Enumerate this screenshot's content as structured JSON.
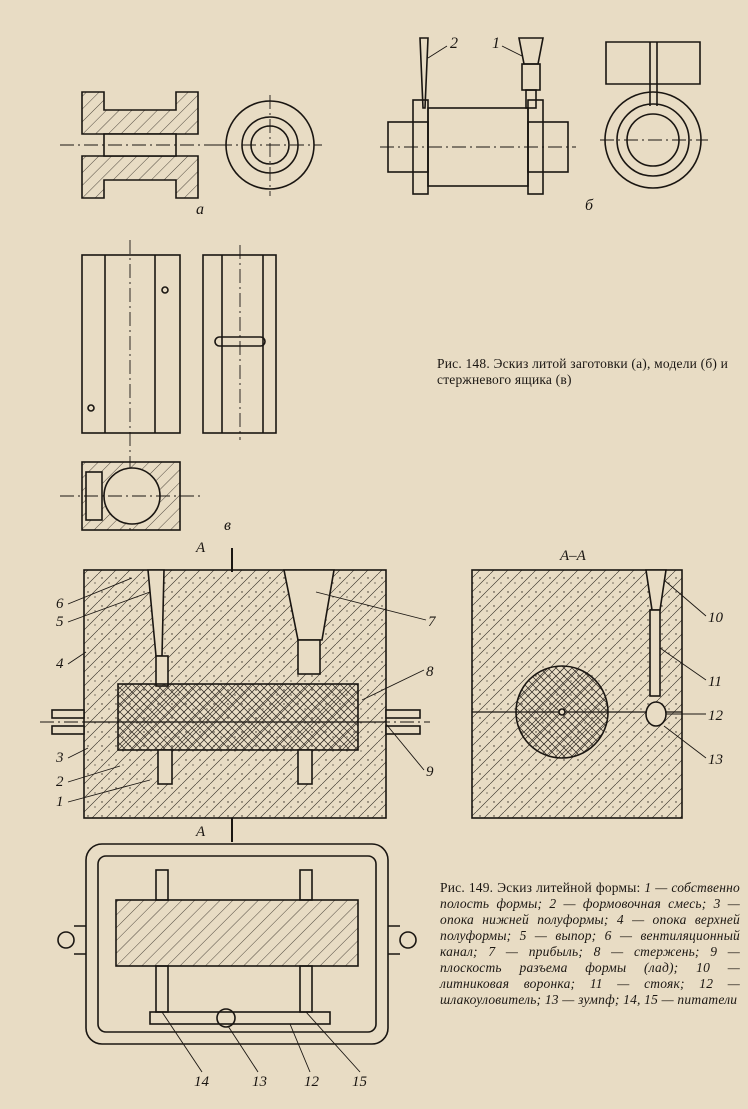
{
  "figure148": {
    "caption": "Рис. 148. Эскиз литой заготовки (а), модели (б) и стержневого ящика (в)",
    "label_a": "а",
    "label_b": "б",
    "label_v": "в",
    "callout_1": "1",
    "callout_2": "2"
  },
  "figure149": {
    "caption_title": "Рис. 149. Эскиз литейной формы:",
    "caption_body": "1 — собственно полость формы; 2 — формовочная смесь; 3 — опока нижней полуформы; 4 — опока верхней полуформы; 5 — выпор; 6 — вентиляционный канал; 7 — прибыль; 8 — стержень; 9 — плоскость разъема формы (лад); 10 — литниковая воронка; 11 — стояк; 12 — шлакоуловитель; 13 — зумпф; 14, 15 — питатели",
    "section_mark": "А",
    "section_title": "А–А",
    "callouts": [
      "1",
      "2",
      "3",
      "4",
      "5",
      "6",
      "7",
      "8",
      "9",
      "10",
      "11",
      "12",
      "13",
      "14",
      "15"
    ]
  }
}
